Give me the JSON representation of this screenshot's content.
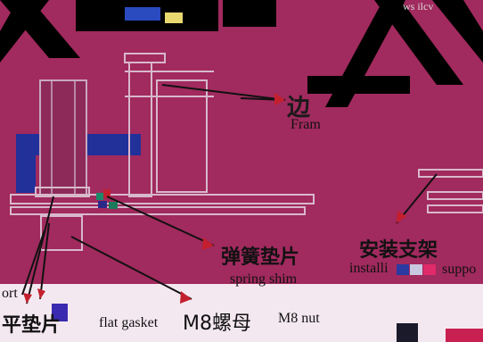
{
  "labels": {
    "frame_cn": "边",
    "frame_en": "Fram",
    "spring_cn": "弹簧垫片",
    "spring_en": "spring shim",
    "install_cn": "安装支架",
    "install_en": "installi",
    "support_en": "suppo",
    "left_en": "ort",
    "flat_cn": "平垫片",
    "flat_en": "flat gasket",
    "nut_cn": "M8螺母",
    "nut_en": "M8 nut",
    "top_fragment": "ws ilcv"
  },
  "colors": {
    "background": "#a12a5e",
    "bolt": "#8d2a5a",
    "bracket_blue": "#22309a",
    "line": "#c8a8c0",
    "arrow": "#c41f2e",
    "dark_stroke": "#000000"
  }
}
